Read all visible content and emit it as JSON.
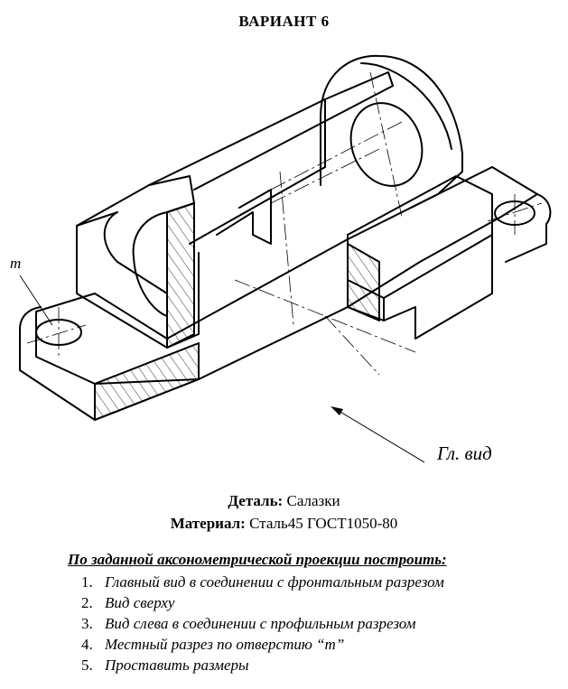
{
  "title": "ВАРИАНТ 6",
  "drawing": {
    "label_m": "m",
    "view_label": "Гл. вид"
  },
  "part": {
    "label": "Деталь:",
    "value": "Салазки"
  },
  "material": {
    "label": "Материал:",
    "value": "Сталь45 ГОСТ1050-80"
  },
  "task": {
    "heading": "По заданной аксонометрической проекции построить:",
    "steps": [
      {
        "num": "1.",
        "text": "Главный вид в соединении с фронтальным разрезом"
      },
      {
        "num": "2.",
        "text": "Вид сверху"
      },
      {
        "num": "3.",
        "text": "Вид слева в соединении с профильным разрезом"
      },
      {
        "num": "4.",
        "text": "Местный разрез по отверстию  “m”"
      },
      {
        "num": "5.",
        "text": "Проставить размеры"
      }
    ]
  }
}
